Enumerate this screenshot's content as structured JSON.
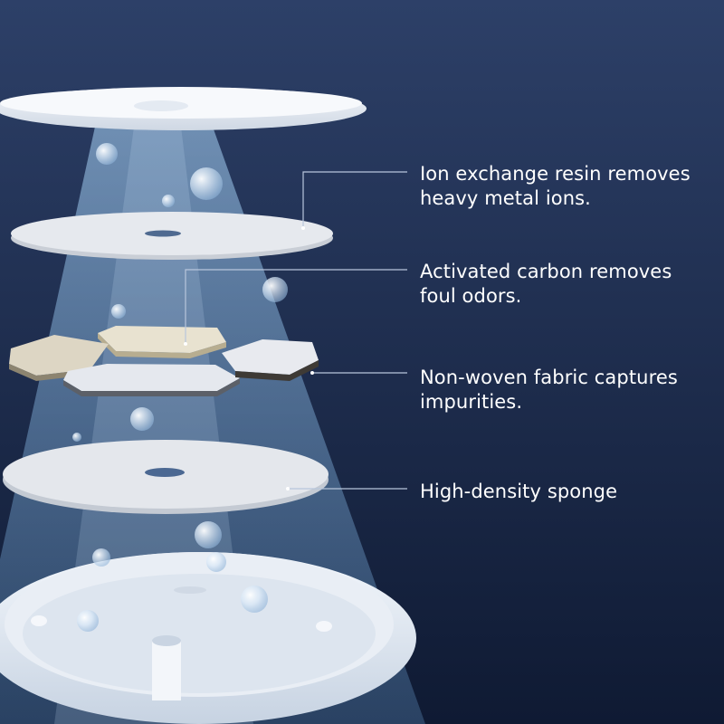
{
  "colors": {
    "background_top": "#2d4068",
    "background_bottom": "#0f1a33",
    "beam": "#9cc8f0",
    "leader_line": "#b8c6dc",
    "text": "#ffffff"
  },
  "callouts": [
    {
      "line1": "Ion exchange resin removes",
      "line2": "heavy metal ions."
    },
    {
      "line1": "Activated carbon removes",
      "line2": "foul odors."
    },
    {
      "line1": "Non-woven fabric captures",
      "line2": "impurities."
    },
    {
      "line1": "High-density sponge",
      "line2": ""
    }
  ]
}
